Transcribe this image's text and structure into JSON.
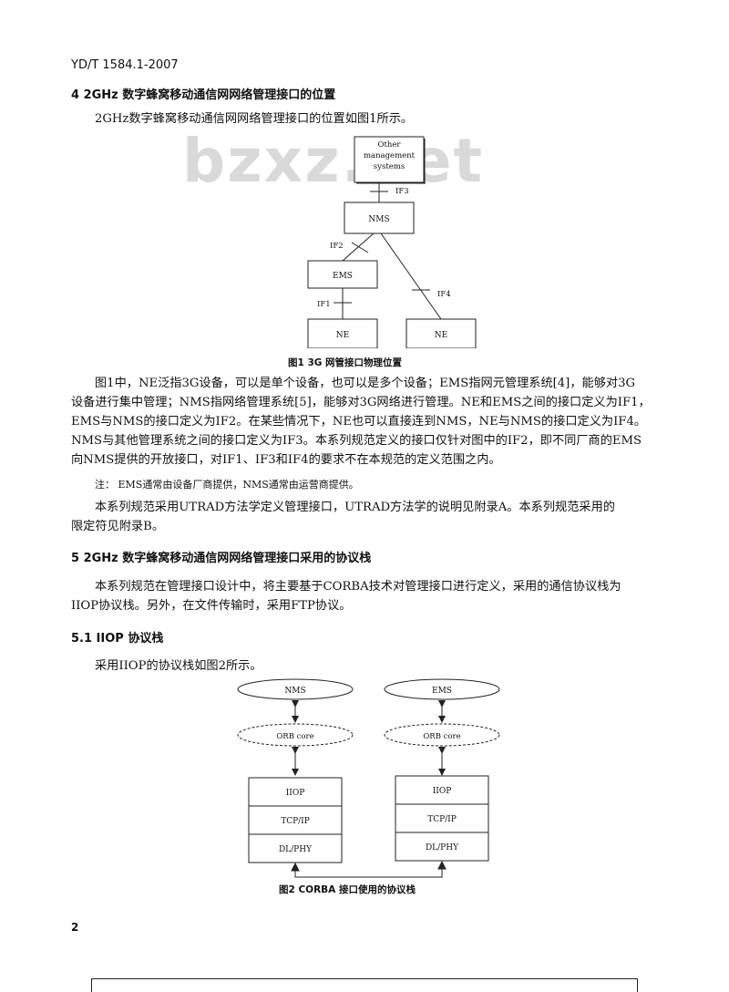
{
  "header": {
    "doc_id": "YD/T 1584.1-2007"
  },
  "watermark": "bzxz.net",
  "section4": {
    "heading": "4   2GHz 数字蜂窝移动通信网网络管理接口的位置",
    "intro": "2GHz数字蜂窝移动通信网网络管理接口的位置如图1所示。"
  },
  "fig1": {
    "boxes": {
      "other": [
        "Other",
        "management",
        "systems"
      ],
      "nms": "NMS",
      "ems": "EMS",
      "ne_left": "NE",
      "ne_right": "NE"
    },
    "labels": {
      "if1": "IF1",
      "if2": "IF2",
      "if3": "IF3",
      "if4": "IF4"
    },
    "caption": "图1   3G 网管接口物理位置"
  },
  "para1": [
    "图1中，NE泛指3G设备，可以是单个设备，也可以是多个设备；EMS指网元管理系统[4]，能够对3G",
    "设备进行集中管理；NMS指网络管理系统[5]，能够对3G网络进行管理。NE和EMS之间的接口定义为IF1，",
    "EMS与NMS的接口定义为IF2。在某些情况下，NE也可以直接连到NMS，NE与NMS的接口定义为IF4。",
    "NMS与其他管理系统之间的接口定义为IF3。本系列规范定义的接口仅针对图中的IF2，即不同厂商的EMS",
    "向NMS提供的开放接口，对IF1、IF3和IF4的要求不在本规范的定义范围之内。"
  ],
  "note": "注：  EMS通常由设备厂商提供，NMS通常由运营商提供。",
  "para2": [
    "本系列规范采用UTRAD方法学定义管理接口，UTRAD方法学的说明见附录A。本系列规范采用的",
    "限定符见附录B。"
  ],
  "section5": {
    "heading": "5   2GHz 数字蜂窝移动通信网网络管理接口采用的协议栈",
    "para": [
      "本系列规范在管理接口设计中，将主要基于CORBA技术对管理接口进行定义，采用的通信协议栈为",
      "IIOP协议栈。另外，在文件传输时，采用FTP协议。"
    ]
  },
  "section51": {
    "heading": "5.1   IIOP 协议栈",
    "intro": "采用IIOP的协议栈如图2所示。"
  },
  "fig2": {
    "left": {
      "top": "NMS",
      "orb": "ORB core",
      "stack": [
        "IIOP",
        "TCP/IP",
        "DL/PHY"
      ]
    },
    "right": {
      "top": "EMS",
      "orb": "ORB core",
      "stack": [
        "IIOP",
        "TCP/IP",
        "DL/PHY"
      ]
    },
    "caption": "图2   CORBA 接口使用的协议栈"
  },
  "page_number": "2"
}
